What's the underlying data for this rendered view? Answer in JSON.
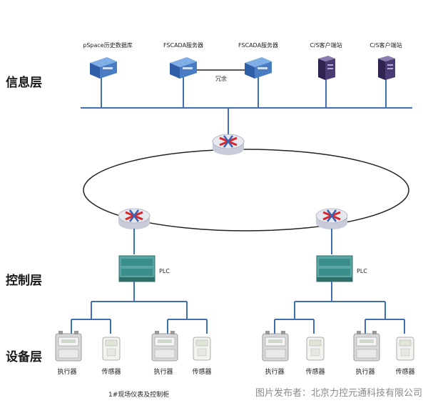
{
  "layers": {
    "info": "信息层",
    "control": "控制层",
    "device": "设备层"
  },
  "servers": [
    {
      "label": "pSpace历史数据库",
      "icon": "server-icon"
    },
    {
      "label": "FSCADA服务器",
      "icon": "server-icon"
    },
    {
      "label": "FSCADA服务器",
      "icon": "server-icon"
    },
    {
      "label": "C/S客户端站",
      "icon": "workstation-icon"
    },
    {
      "label": "C/S客户端站",
      "icon": "workstation-icon"
    }
  ],
  "redundancy_label": "冗余",
  "plc_label": "PLC",
  "router_icon": "router-icon",
  "device_labels": {
    "actuator": "执行器",
    "sensor": "传感器"
  },
  "caption": "1#现场仪表及控制柜",
  "watermark": "图片发布者：北京力控元通科技有限公司",
  "colors": {
    "line": "#3f6fb5",
    "router_red": "#d9262b",
    "router_blue": "#3a5fae",
    "server_blue": "#4a7cc4",
    "workstation_purple": "#4b3b73",
    "plc_teal": "#3a8f8c"
  }
}
